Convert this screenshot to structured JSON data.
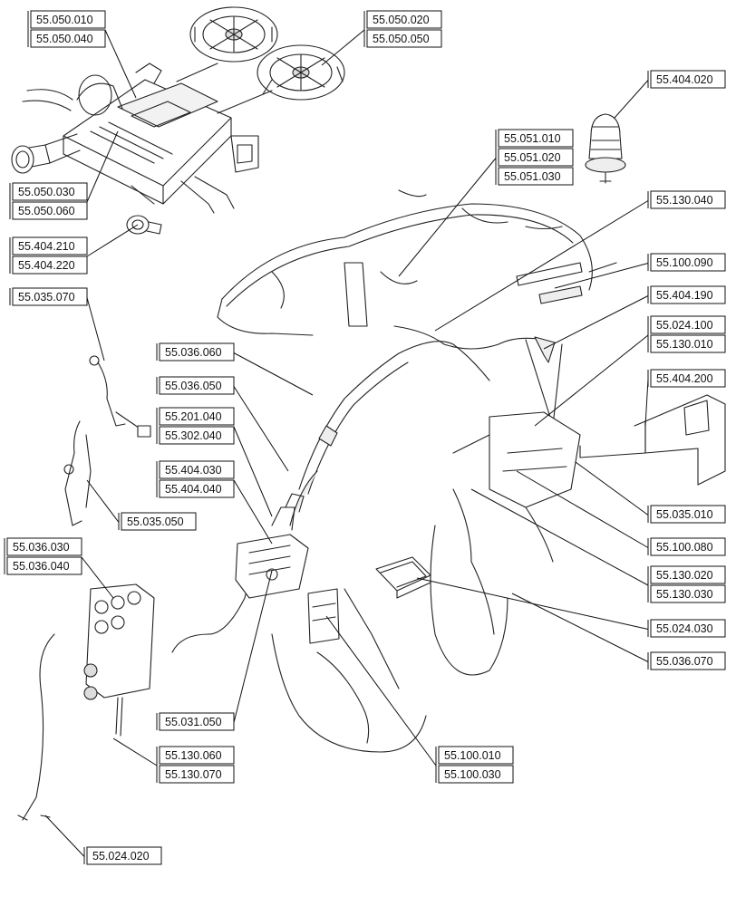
{
  "callouts": [
    {
      "id": "c1",
      "labels": [
        "55.050.010",
        "55.050.040"
      ]
    },
    {
      "id": "c2",
      "labels": [
        "55.050.020",
        "55.050.050"
      ]
    },
    {
      "id": "c3",
      "labels": [
        "55.404.020"
      ]
    },
    {
      "id": "c4",
      "labels": [
        "55.051.010",
        "55.051.020",
        "55.051.030"
      ]
    },
    {
      "id": "c5",
      "labels": [
        "55.050.030",
        "55.050.060"
      ]
    },
    {
      "id": "c6",
      "labels": [
        "55.130.040"
      ]
    },
    {
      "id": "c7",
      "labels": [
        "55.404.210",
        "55.404.220"
      ]
    },
    {
      "id": "c8",
      "labels": [
        "55.100.090"
      ]
    },
    {
      "id": "c9",
      "labels": [
        "55.035.070"
      ]
    },
    {
      "id": "c10",
      "labels": [
        "55.404.190"
      ]
    },
    {
      "id": "c11",
      "labels": [
        "55.024.100",
        "55.130.010"
      ]
    },
    {
      "id": "c12",
      "labels": [
        "55.036.060"
      ]
    },
    {
      "id": "c13",
      "labels": [
        "55.404.200"
      ]
    },
    {
      "id": "c14",
      "labels": [
        "55.036.050"
      ]
    },
    {
      "id": "c15",
      "labels": [
        "55.201.040",
        "55.302.040"
      ]
    },
    {
      "id": "c16",
      "labels": [
        "55.404.030",
        "55.404.040"
      ]
    },
    {
      "id": "c17",
      "labels": [
        "55.035.010"
      ]
    },
    {
      "id": "c18",
      "labels": [
        "55.035.050"
      ]
    },
    {
      "id": "c19",
      "labels": [
        "55.100.080"
      ]
    },
    {
      "id": "c20",
      "labels": [
        "55.036.030",
        "55.036.040"
      ]
    },
    {
      "id": "c21",
      "labels": [
        "55.130.020",
        "55.130.030"
      ]
    },
    {
      "id": "c22",
      "labels": [
        "55.024.030"
      ]
    },
    {
      "id": "c23",
      "labels": [
        "55.036.070"
      ]
    },
    {
      "id": "c24",
      "labels": [
        "55.031.050"
      ]
    },
    {
      "id": "c25",
      "labels": [
        "55.130.060",
        "55.130.070"
      ]
    },
    {
      "id": "c26",
      "labels": [
        "55.100.010",
        "55.100.030"
      ]
    },
    {
      "id": "c27",
      "labels": [
        "55.024.020"
      ]
    }
  ]
}
